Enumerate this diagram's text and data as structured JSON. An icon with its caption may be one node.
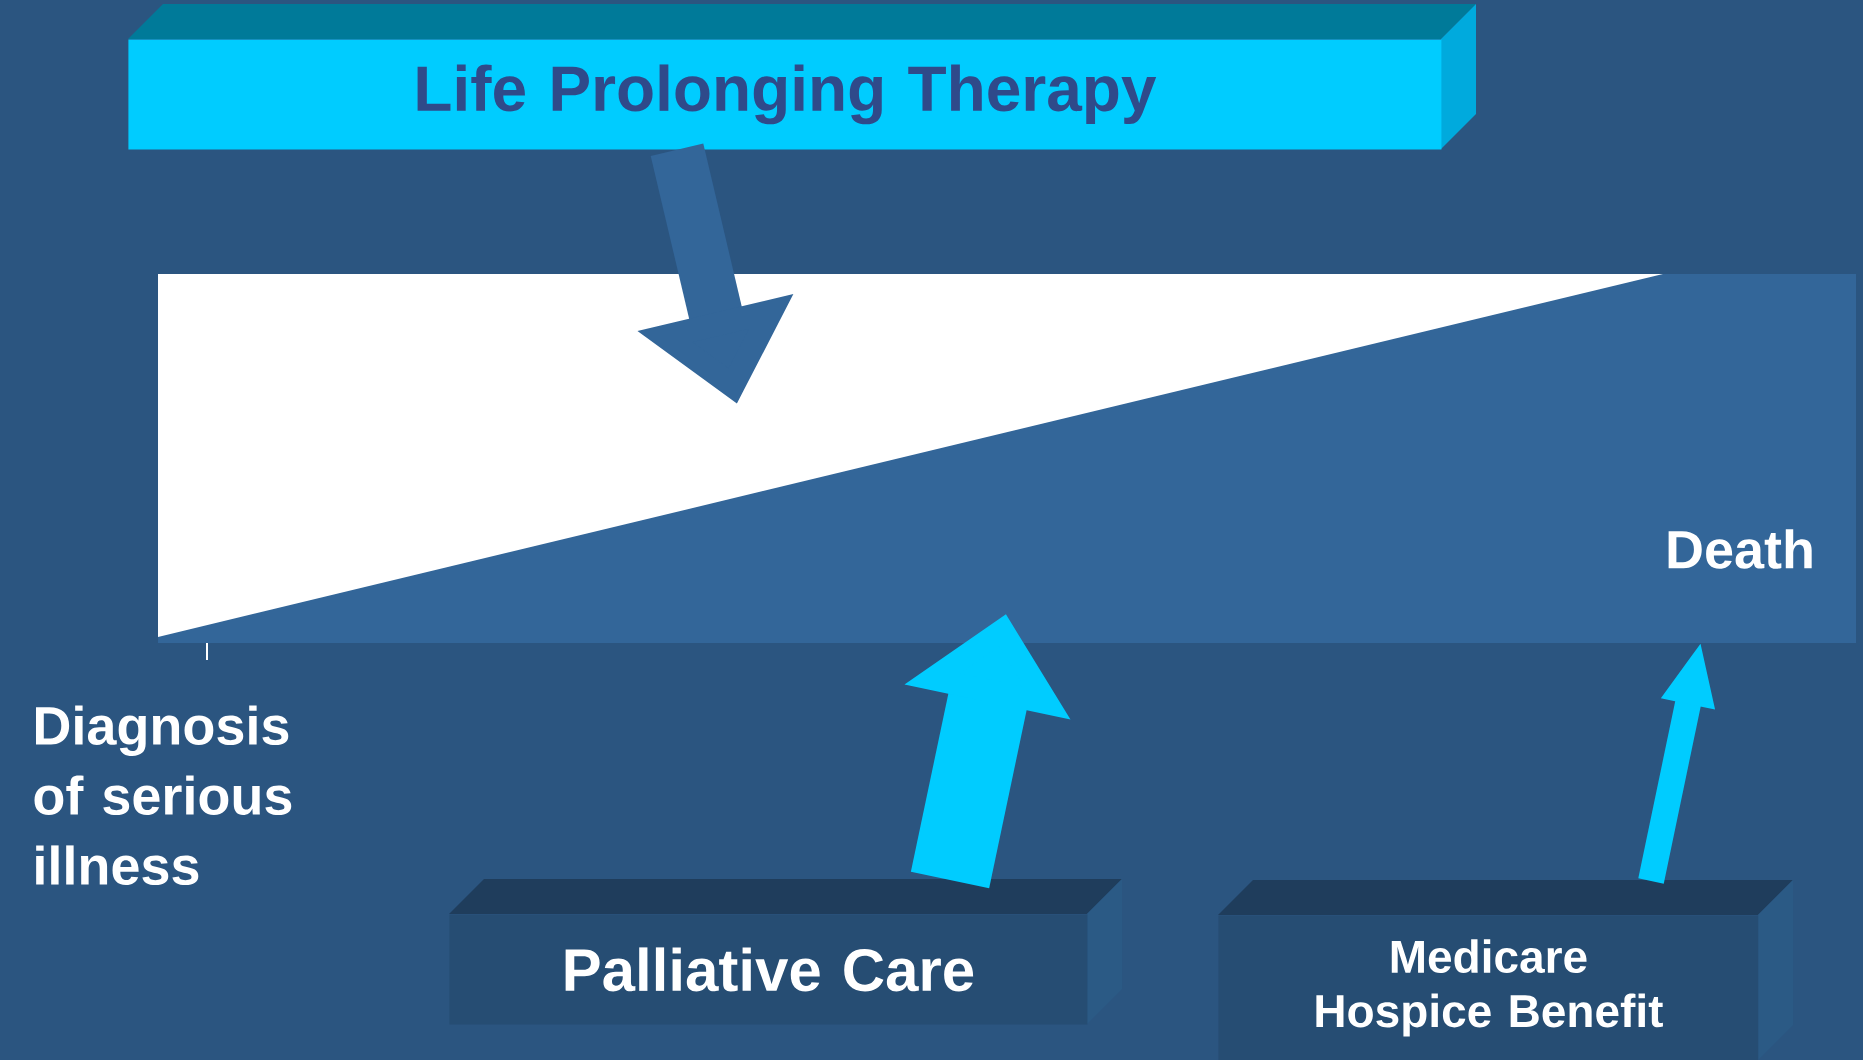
{
  "diagram": {
    "nodes": [
      {
        "text": [
          "Life Prolonging Therapy"
        ]
      },
      {
        "text": [],
        "shape": "triangle"
      },
      {
        "text": [
          "Death"
        ]
      },
      {
        "text": [
          "Palliative Care"
        ]
      },
      {
        "text": [
          "Medicare Hospice Benefit"
        ]
      }
    ],
    "edges": [
      {
        "from": 0,
        "to": 1,
        "arrow": "to",
        "color": "#336699"
      },
      {
        "from": 3,
        "to": null,
        "arrow": "to"
      },
      {
        "from": 4,
        "to": 2,
        "arrow": "to"
      }
    ],
    "labels": [
      "Diagnosis of serious illness"
    ]
  }
}
